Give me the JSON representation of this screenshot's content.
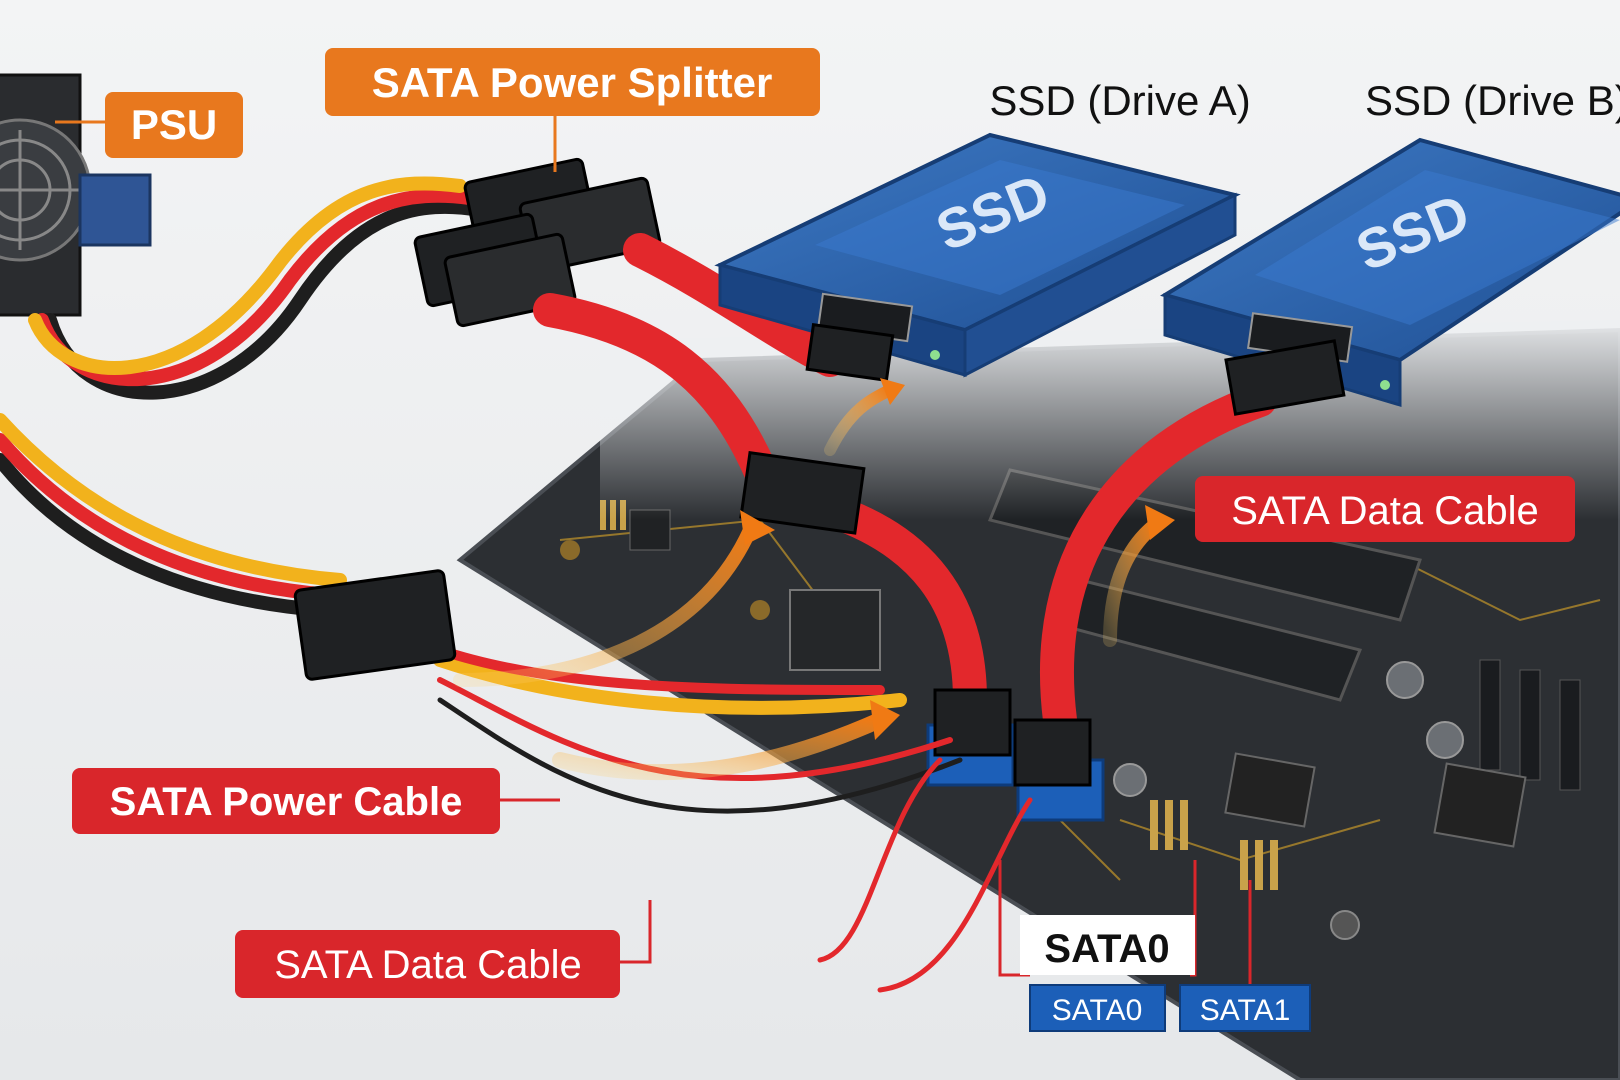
{
  "diagram": {
    "labels": {
      "psu": "PSU",
      "power_splitter": "SATA Power Splitter",
      "drive_a": "SSD (Drive A)",
      "drive_b": "SSD (Drive B)",
      "data_cable_right": "SATA Data Cable",
      "power_cable": "SATA Power Cable",
      "data_cable_bottom": "SATA Data Cable",
      "sata0_callout": "SATA0",
      "port_sata0": "SATA0",
      "port_sata1": "SATA1"
    },
    "ssd_face_text": "SSD",
    "colors": {
      "orange_label": "#e8781e",
      "red_label": "#d9262b",
      "blue_port": "#1c5fb8",
      "ssd_blue": "#2a5fa8",
      "board": "#2c2f33",
      "cable_red": "#e3282c",
      "cable_yellow": "#f2b21c",
      "cable_black": "#1e1e1e",
      "arrow_orange": "#f08a1c"
    }
  }
}
